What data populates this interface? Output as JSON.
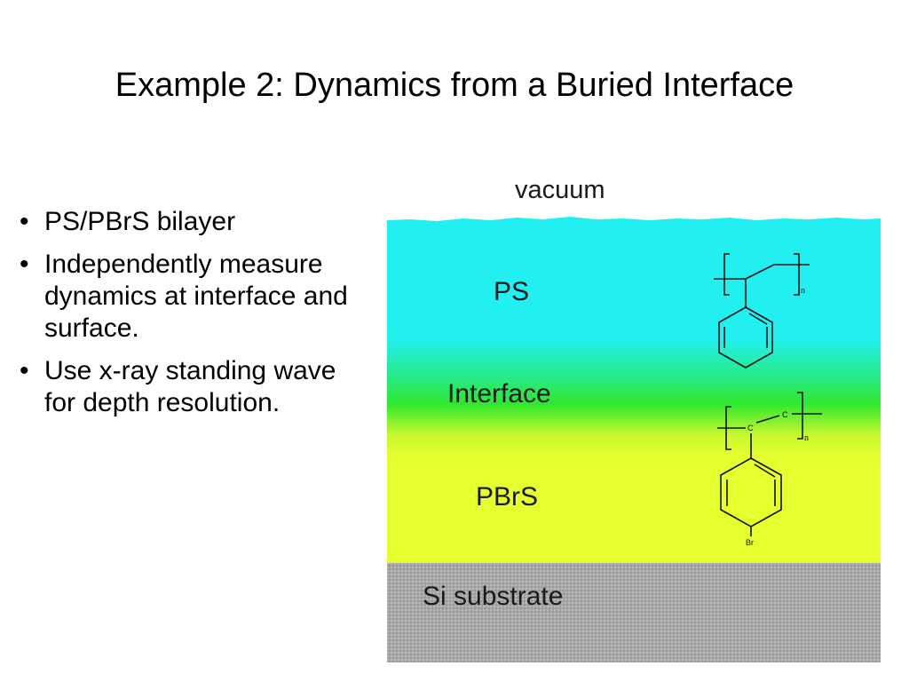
{
  "slide": {
    "title": "Example 2: Dynamics from a Buried Interface",
    "bullets": [
      "PS/PBrS bilayer",
      "Independently measure dynamics at interface and surface.",
      "Use x-ray standing wave for depth resolution."
    ]
  },
  "figure": {
    "labels": {
      "vacuum": "vacuum",
      "ps": "PS",
      "interface": "Interface",
      "pbrs": "PBrS",
      "substrate": "Si substrate"
    },
    "structure_ps": {
      "subscript": "n"
    },
    "structure_pbrs": {
      "atom_c1": "C",
      "atom_c2": "C",
      "subscript": "n",
      "substituent": "Br"
    },
    "colors": {
      "ps_layer": "#22f0f0",
      "interface_band": "#2ee82e",
      "pbrs_layer": "#e6ff2e",
      "substrate": "#a8a8a8"
    }
  }
}
